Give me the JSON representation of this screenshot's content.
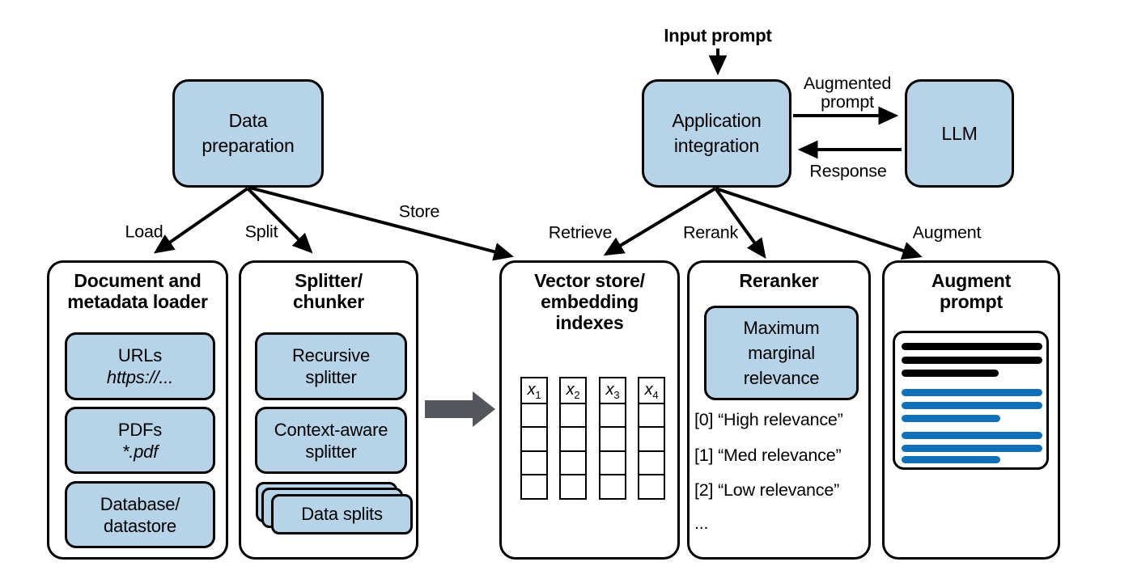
{
  "nodes": {
    "data_preparation": "Data\npreparation",
    "application_integration": "Application\nintegration",
    "llm": "LLM"
  },
  "flow_labels": {
    "input_prompt": "Input prompt",
    "augmented_prompt": "Augmented\nprompt",
    "response": "Response",
    "load": "Load",
    "split": "Split",
    "store": "Store",
    "retrieve": "Retrieve",
    "rerank": "Rerank",
    "augment": "Augment"
  },
  "panels": [
    {
      "title": "Document and\nmetadata loader",
      "boxes": [
        {
          "main": "URLs",
          "sub": "https://..."
        },
        {
          "main": "PDFs",
          "sub": "*.pdf"
        },
        {
          "main": "Database/\ndatastore"
        }
      ]
    },
    {
      "title": "Splitter/\nchunker",
      "boxes": [
        {
          "main": "Recursive\nsplitter"
        },
        {
          "main": "Context-aware\nsplitter"
        }
      ],
      "stack_label": "Data splits"
    },
    {
      "title": "Vector store/\nembedding\nindexes",
      "columns": [
        {
          "v": "x",
          "i": "1"
        },
        {
          "v": "x",
          "i": "2"
        },
        {
          "v": "x",
          "i": "3"
        },
        {
          "v": "x",
          "i": "4"
        }
      ]
    },
    {
      "title": "Reranker",
      "box": "Maximum\nmarginal\nrelevance",
      "items": [
        "[0] “High relevance”",
        "[1] “Med relevance”",
        "[2] “Low relevance”",
        "..."
      ]
    },
    {
      "title": "Augment\nprompt"
    }
  ],
  "colors": {
    "box_fill": "#b6d3e7",
    "doc_line_blue": "#1170b8",
    "arrow_gray": "#53565a",
    "border": "#000000"
  }
}
